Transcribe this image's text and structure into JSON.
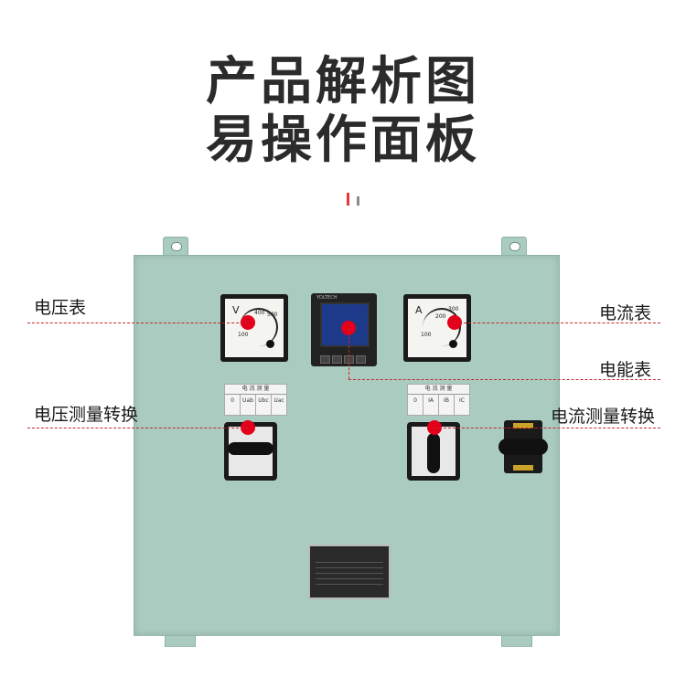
{
  "heading": {
    "line1": "产品解析图",
    "line2": "易操作面板"
  },
  "callouts": {
    "voltmeter": "电压表",
    "ammeter": "电流表",
    "energy_meter": "电能表",
    "voltage_switch": "电压测量转换",
    "current_switch": "电流测量转换"
  },
  "panel": {
    "voltmeter_unit": "V",
    "voltmeter_scale": [
      "100",
      "400",
      "500"
    ],
    "ammeter_unit": "A",
    "ammeter_scale": [
      "100",
      "200",
      "300"
    ],
    "plate_left_title": "电 流 测 量",
    "plate_left_cells": [
      "0",
      "Uab",
      "Ubc",
      "Uac"
    ],
    "plate_right_title": "电 流 测 量",
    "plate_right_cells": [
      "0",
      "IA",
      "IB",
      "IC"
    ]
  },
  "colors": {
    "cabinet": "#a9cbc0",
    "marker": "#e2001a",
    "heading": "#2b2b2b"
  }
}
